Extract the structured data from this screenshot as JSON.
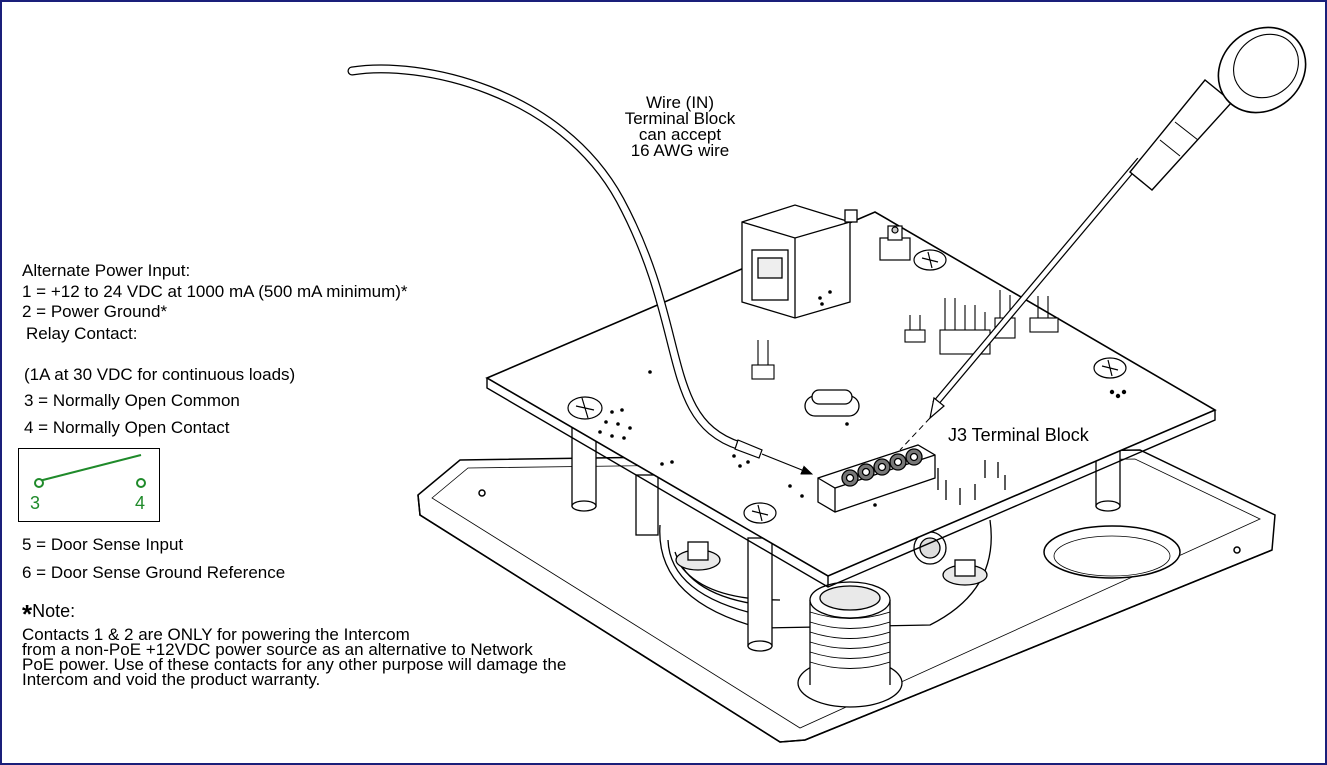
{
  "callout_wire": [
    "Wire (IN)",
    "Terminal Block",
    "can accept",
    "16 AWG wire"
  ],
  "callout_j3": "J3 Terminal Block",
  "legend": {
    "alt_power_title": "Alternate Power Input:",
    "line1": "1 = +12 to 24 VDC at 1000 mA (500 mA minimum)*",
    "line2": "2 = Power Ground*",
    "relay_title": "Relay Contact:",
    "relay_rating": "(1A at 30 VDC for continuous loads)",
    "line3": "3 = Normally Open Common",
    "line4": "4 = Normally Open Contact",
    "line5": "5 = Door Sense Input",
    "line6": "6 = Door Sense Ground Reference"
  },
  "relay_diagram": {
    "label_left": "3",
    "label_right": "4",
    "color": "#1f8a2a"
  },
  "note": {
    "star": "*",
    "title": "Note:",
    "lines": [
      "Contacts 1 & 2 are ONLY for powering the Intercom",
      "from a non-PoE +12VDC power source as an alternative to Network",
      "PoE power. Use of these contacts for any other purpose will damage the",
      "Intercom and void the product warranty."
    ]
  },
  "colors": {
    "border": "#1a1f7a",
    "relay_green": "#1f8a2a"
  },
  "icons": [
    "screwdriver-icon",
    "wire-icon",
    "circuit-board-illustration"
  ]
}
